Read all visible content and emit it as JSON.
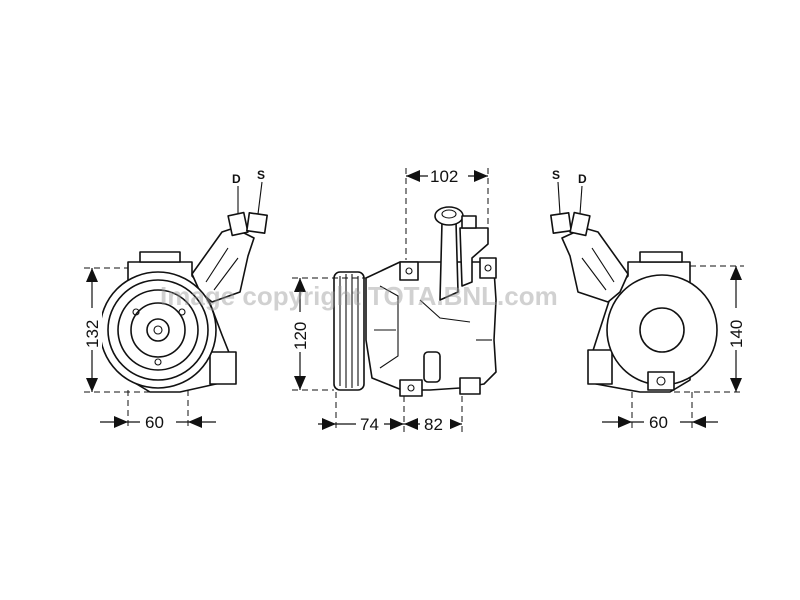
{
  "watermark": "Image copyright TOTA.BNL.com",
  "views": {
    "left": {
      "port_labels": [
        "D",
        "S"
      ],
      "dims": {
        "height": "132",
        "width": "60"
      }
    },
    "middle": {
      "dims": {
        "top": "102",
        "height": "120",
        "pulley": "74",
        "body": "82"
      }
    },
    "right": {
      "port_labels": [
        "S",
        "D"
      ],
      "dims": {
        "height": "140",
        "width": "60"
      }
    }
  }
}
